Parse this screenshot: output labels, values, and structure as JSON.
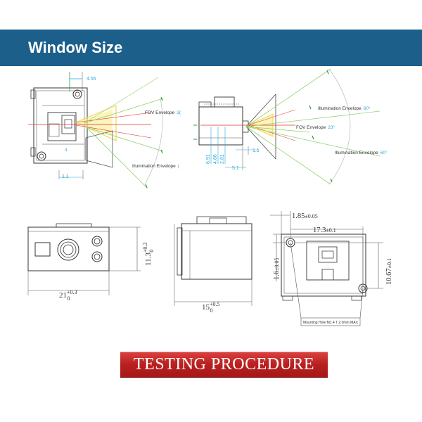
{
  "header": {
    "title": "Window Size"
  },
  "top_left": {
    "dim_4_55": "4.55",
    "dim_1_1": "1.1",
    "small_4": "4",
    "fov_label": "FOV Envelope",
    "fov_value": "3(",
    "illum_label": "Illumination Envelope",
    "illum_value": "("
  },
  "top_right": {
    "illum_top_label": "Illumination Envelope",
    "illum_top_value": "60°",
    "fov_label": "FOV Envelope",
    "fov_value": "23°",
    "illum_bottom_label": "Illumination Envelope",
    "illum_bottom_value": "60°",
    "dim_6_91": "6.91",
    "dim_4_66": "4.66",
    "dim_2_81": "2.81",
    "dim_1_1": "1.1",
    "dim_5_1": "5.1"
  },
  "bottom_left": {
    "height_dim": "11.3",
    "height_tol_top": "+0.3",
    "height_tol_bottom": "0",
    "width_dim": "21",
    "width_tol_top": "+0.3",
    "width_tol_bottom": "0"
  },
  "bottom_middle": {
    "depth_dim": "15",
    "depth_tol_top": "+0.5",
    "depth_tol_bottom": "0"
  },
  "bottom_right": {
    "dim_1_85": "1.85",
    "dim_1_85_tol": "±0.05",
    "dim_17_3": "17.3",
    "dim_17_3_tol": "±0.1",
    "dim_1_6": "1.6",
    "dim_1_6_tol": "±0.05",
    "dim_10_67": "10.67",
    "dim_10_67_tol": "±0.1",
    "note": "Mounting Hole M1.4  T 2.0mm MAX"
  },
  "banner": {
    "text": "TESTING PROCEDURE"
  },
  "colors": {
    "header": "#1b5f8a",
    "dim_cyan": "#29a8d8",
    "fov_yellow": "#f5e26a",
    "illum_green": "#7cc05a",
    "axis_red": "#e03030",
    "banner_red": "#c22a28"
  }
}
